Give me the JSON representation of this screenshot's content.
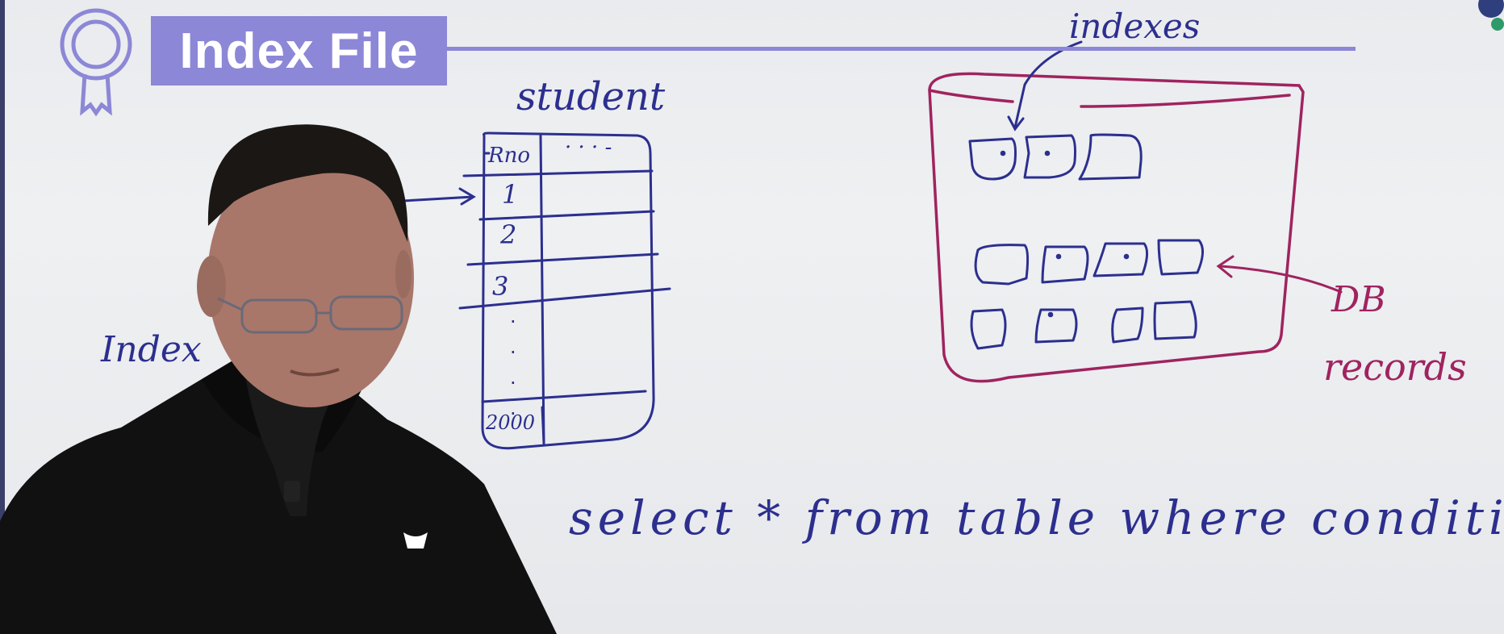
{
  "slide": {
    "title": "Index File"
  },
  "board": {
    "table_title": "student",
    "table_header_col1": "Rno",
    "table_header_col2": "· · · -",
    "rows": [
      "1",
      "2",
      "3",
      "2000"
    ],
    "left_label": "Index",
    "top_label": "indexes",
    "right_label_line1": "DB",
    "right_label_line2": "records",
    "query": "select * from table where condition"
  },
  "colors": {
    "banner": "#8c87d6",
    "ink_blue": "#2c2f8e",
    "ink_magenta": "#a0235f",
    "board": "#eceef0",
    "shirt": "#101010"
  }
}
